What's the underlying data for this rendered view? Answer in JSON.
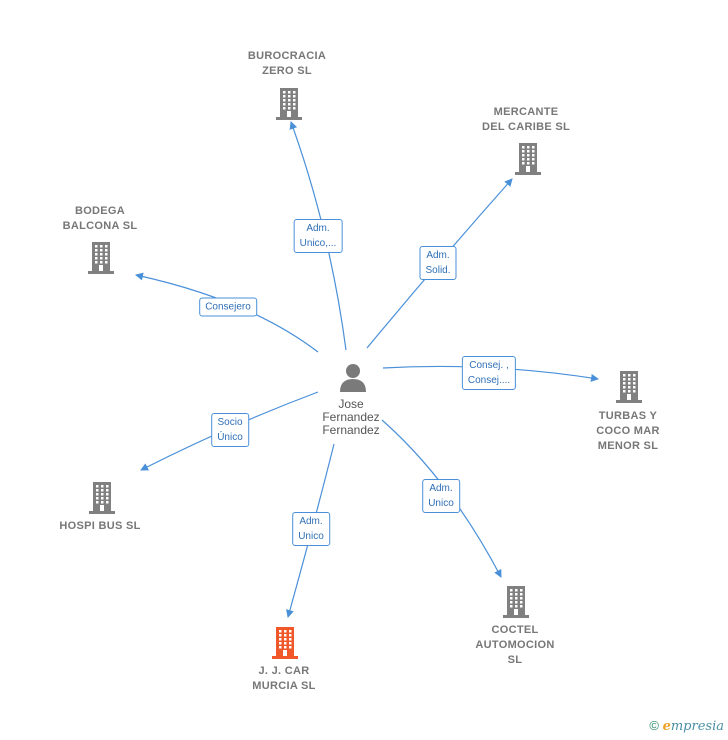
{
  "center": {
    "name": "Jose\nFernandez\nFernandez",
    "icon": "person-icon"
  },
  "companies": [
    {
      "id": "burocracia",
      "name": "BUROCRACIA\nZERO  SL",
      "role": "Adm.\nUnico,...",
      "highlight": false
    },
    {
      "id": "mercante",
      "name": "MERCANTE\nDEL CARIBE SL",
      "role": "Adm.\nSolid.",
      "highlight": false
    },
    {
      "id": "bodega",
      "name": "BODEGA\nBALCONA SL",
      "role": "Consejero",
      "highlight": false
    },
    {
      "id": "turbas",
      "name": "TURBAS Y\nCOCO MAR\nMENOR SL",
      "role": "Consej. ,\nConsej....",
      "highlight": false
    },
    {
      "id": "hospi",
      "name": "HOSPI BUS  SL",
      "role": "Socio\nÚnico",
      "highlight": false
    },
    {
      "id": "coctel",
      "name": "COCTEL\nAUTOMOCION\nSL",
      "role": "Adm.\nUnico",
      "highlight": false
    },
    {
      "id": "jjcar",
      "name": "J.  J. CAR\nMURCIA  SL",
      "role": "Adm.\nUnico",
      "highlight": true
    }
  ],
  "colors": {
    "edge": "#4a90d9",
    "building": "#808080",
    "building_highlight": "#f0582a",
    "person": "#7a7a7a"
  },
  "footer": {
    "copyright": "©",
    "brand_initial": "e",
    "brand_rest": "mpresia"
  }
}
